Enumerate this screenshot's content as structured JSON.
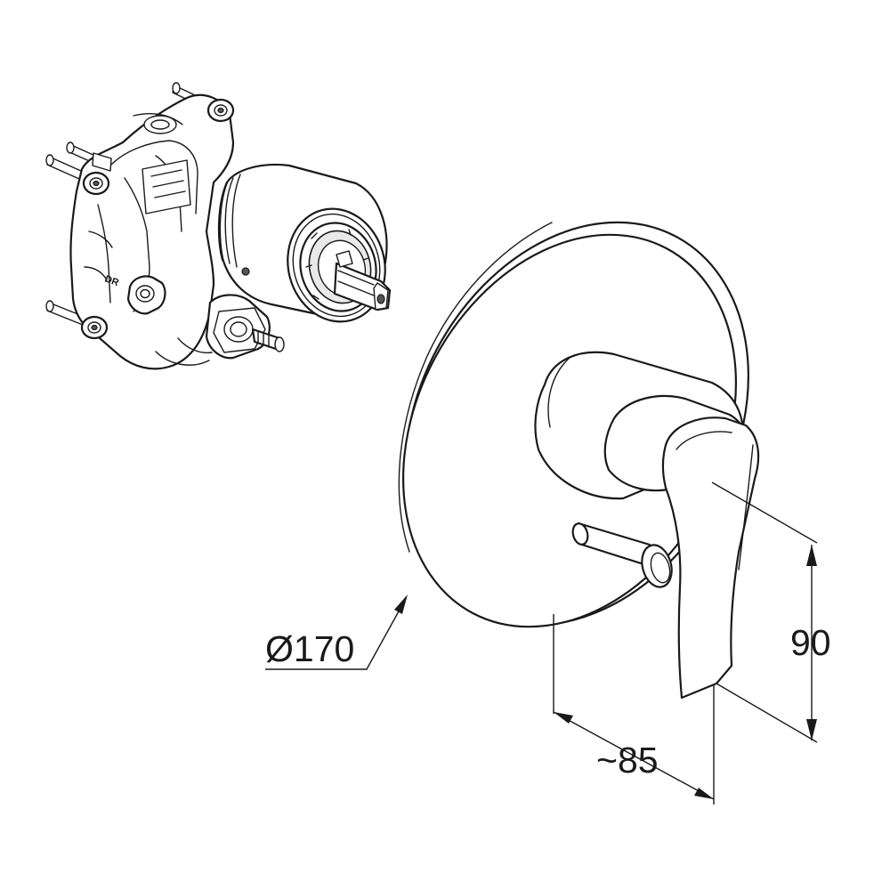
{
  "dimensions": {
    "diameter": {
      "label": "Ø170",
      "value": 170,
      "unit": "mm"
    },
    "projection": {
      "label": "~85",
      "value": 85,
      "approximate": true,
      "unit": "mm"
    },
    "height": {
      "label": "90",
      "value": 90,
      "unit": "mm"
    }
  },
  "valve_body": {
    "marking": "DR"
  },
  "components": [
    "valve-body",
    "cover-plate",
    "lever-handle",
    "diverter-pin"
  ]
}
